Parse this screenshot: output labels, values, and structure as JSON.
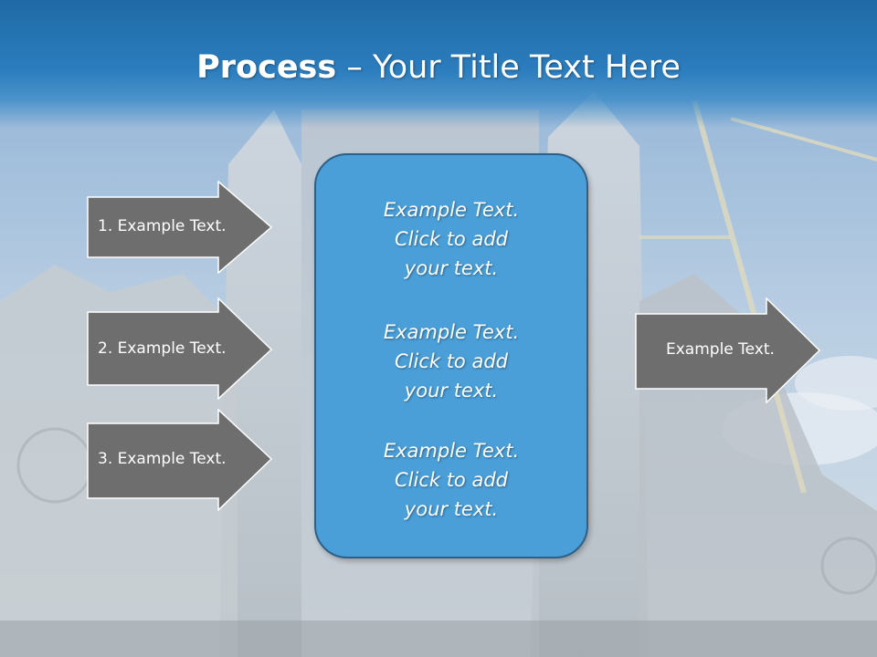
{
  "title": {
    "bold": "Process",
    "rest": " – Your Title Text Here"
  },
  "left_arrows": [
    {
      "label": "1. Example Text."
    },
    {
      "label": "2. Example Text."
    },
    {
      "label": "3. Example Text."
    }
  ],
  "center_blocks": [
    {
      "line1": "Example Text.",
      "line2": "Click  to add",
      "line3": "your text."
    },
    {
      "line1": "Example Text.",
      "line2": "Click  to add",
      "line3": "your text."
    },
    {
      "line1": "Example Text.",
      "line2": "Click  to add",
      "line3": "your text."
    }
  ],
  "right_arrow": {
    "label": "Example Text."
  },
  "colors": {
    "header_blue": "#2b7dbd",
    "center_box": "#4a9fd8",
    "arrow_fill": "#6e6e6e",
    "text": "#ffffff"
  },
  "background": "cathedral-photo"
}
